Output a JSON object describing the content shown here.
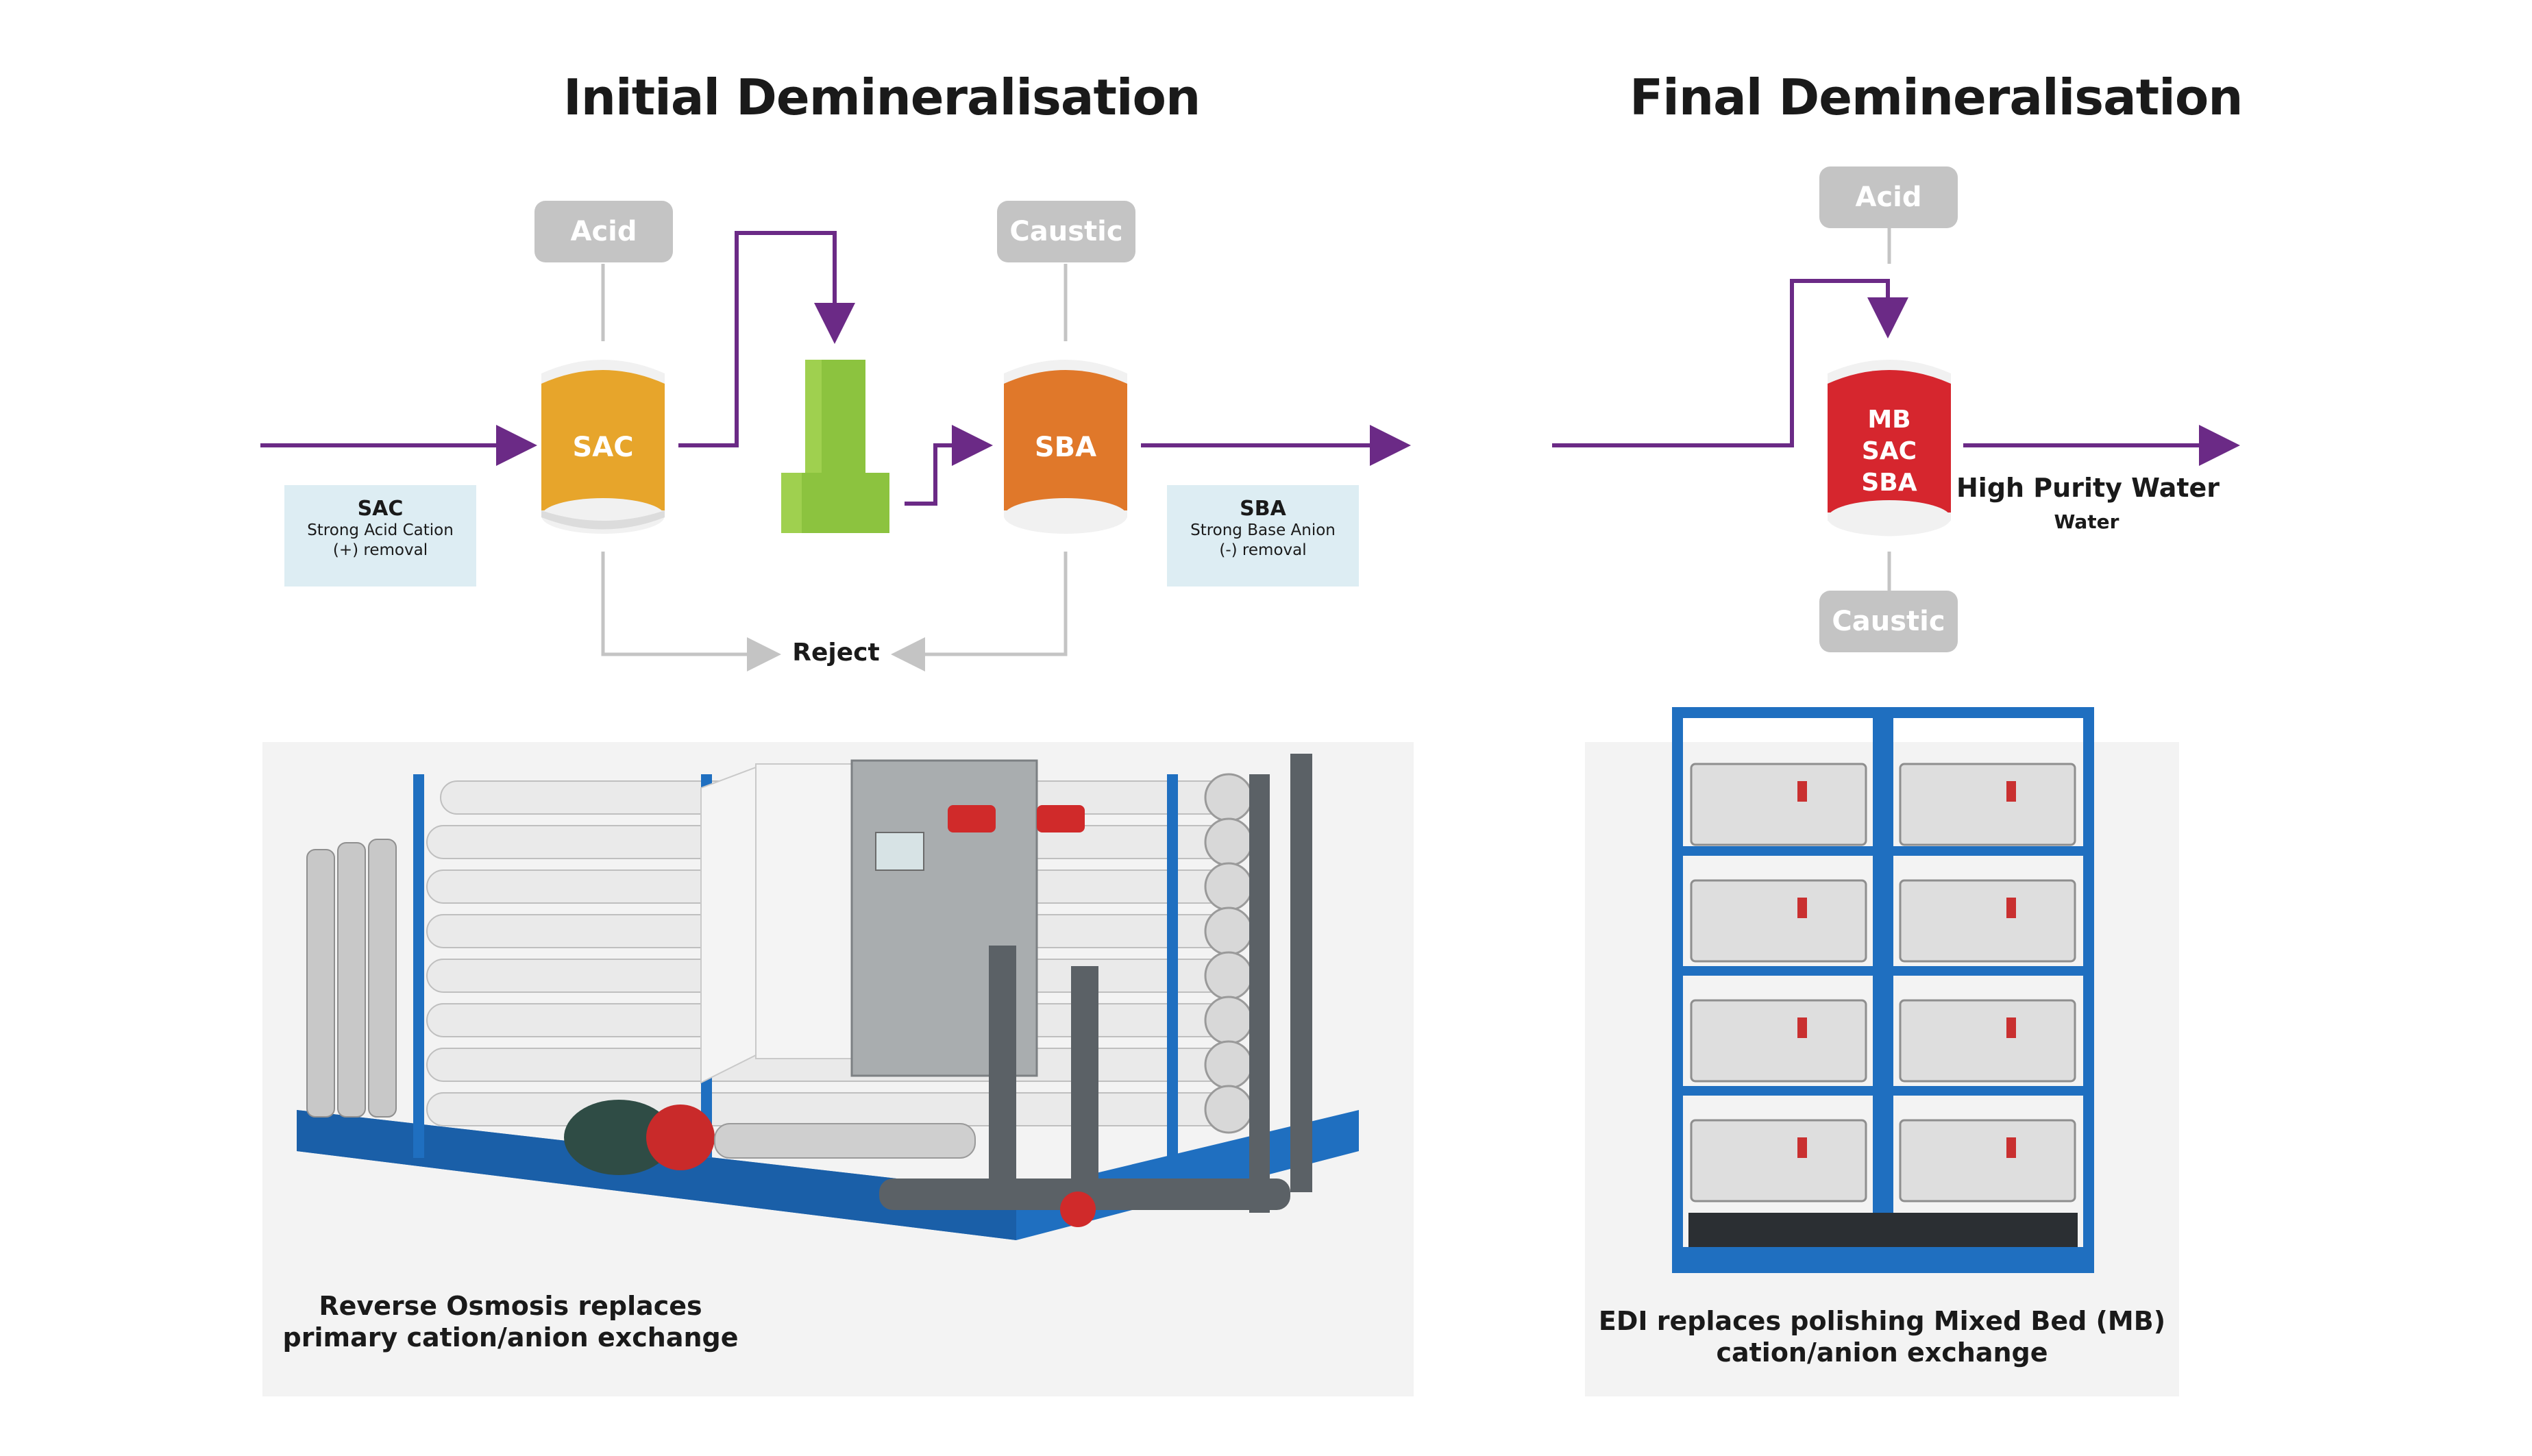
{
  "initial": {
    "title": "Initial Demineralisation",
    "acid_label": "Acid",
    "caustic_label": "Caustic",
    "sac_vessel": "SAC",
    "sba_vessel": "SBA",
    "sac_info": {
      "title": "SAC",
      "line1": "Strong Acid Cation",
      "line2": "(+) removal"
    },
    "sba_info": {
      "title": "SBA",
      "line1": "Strong Base Anion",
      "line2": "(-) removal"
    },
    "reject_label": "Reject",
    "caption_line1": "Reverse Osmosis replaces",
    "caption_line2": "primary cation/anion exchange"
  },
  "final": {
    "title": "Final Demineralisation",
    "acid_label": "Acid",
    "caustic_label": "Caustic",
    "mb_line1": "MB",
    "mb_line2": "SAC",
    "mb_line3": "SBA",
    "output_label": "High Purity Water",
    "output_sub": "Water",
    "caption_line1": "EDI replaces polishing Mixed Bed (MB)",
    "caption_line2": "cation/anion exchange"
  },
  "colors": {
    "flow_arrow": "#6b2a86",
    "reject_arrow": "#c4c4c4",
    "sac_vessel": "#e7a52b",
    "sba_vessel": "#e0782a",
    "degasser": "#8cc33f",
    "mixed_bed": "#d6262e",
    "chemical_box": "#c4c4c4",
    "info_box": "#ddedf3",
    "frame_blue": "#1f6fc0"
  }
}
